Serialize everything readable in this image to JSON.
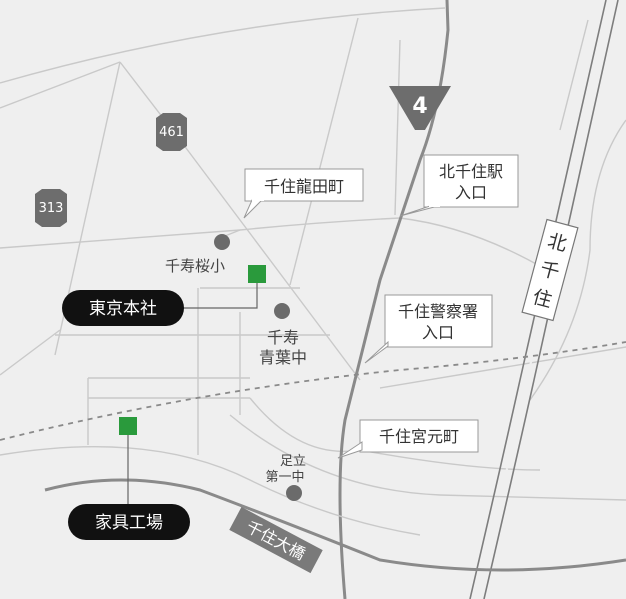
{
  "route_shields": {
    "r4": "4",
    "r461": "461",
    "r313": "313"
  },
  "callouts": {
    "senju_tatsuta": "千住龍田町",
    "kitasenju_station_entrance": [
      "北千住駅",
      "入口"
    ],
    "senju_police_entrance": [
      "千住警察署",
      "入口"
    ],
    "senju_miyamoto": "千住宮元町"
  },
  "schools": {
    "senju_sakura": "千寿桜小",
    "senju_aoba": [
      "千寿",
      "青葉中"
    ],
    "adachi_daiichi": [
      "足立",
      "第一中"
    ]
  },
  "station": {
    "name_chars": [
      "北",
      "千",
      "住"
    ]
  },
  "bridge": "千住大橋",
  "facilities": {
    "head_office": "東京本社",
    "furniture_factory": "家具工場"
  },
  "colors": {
    "background": "#efefef",
    "road": "#c8c8c8",
    "main_road": "#8a8a8a",
    "shield_dark": "#6d6d6d",
    "facility_green": "#2a9a3c",
    "facility_label_bg": "#111111"
  }
}
